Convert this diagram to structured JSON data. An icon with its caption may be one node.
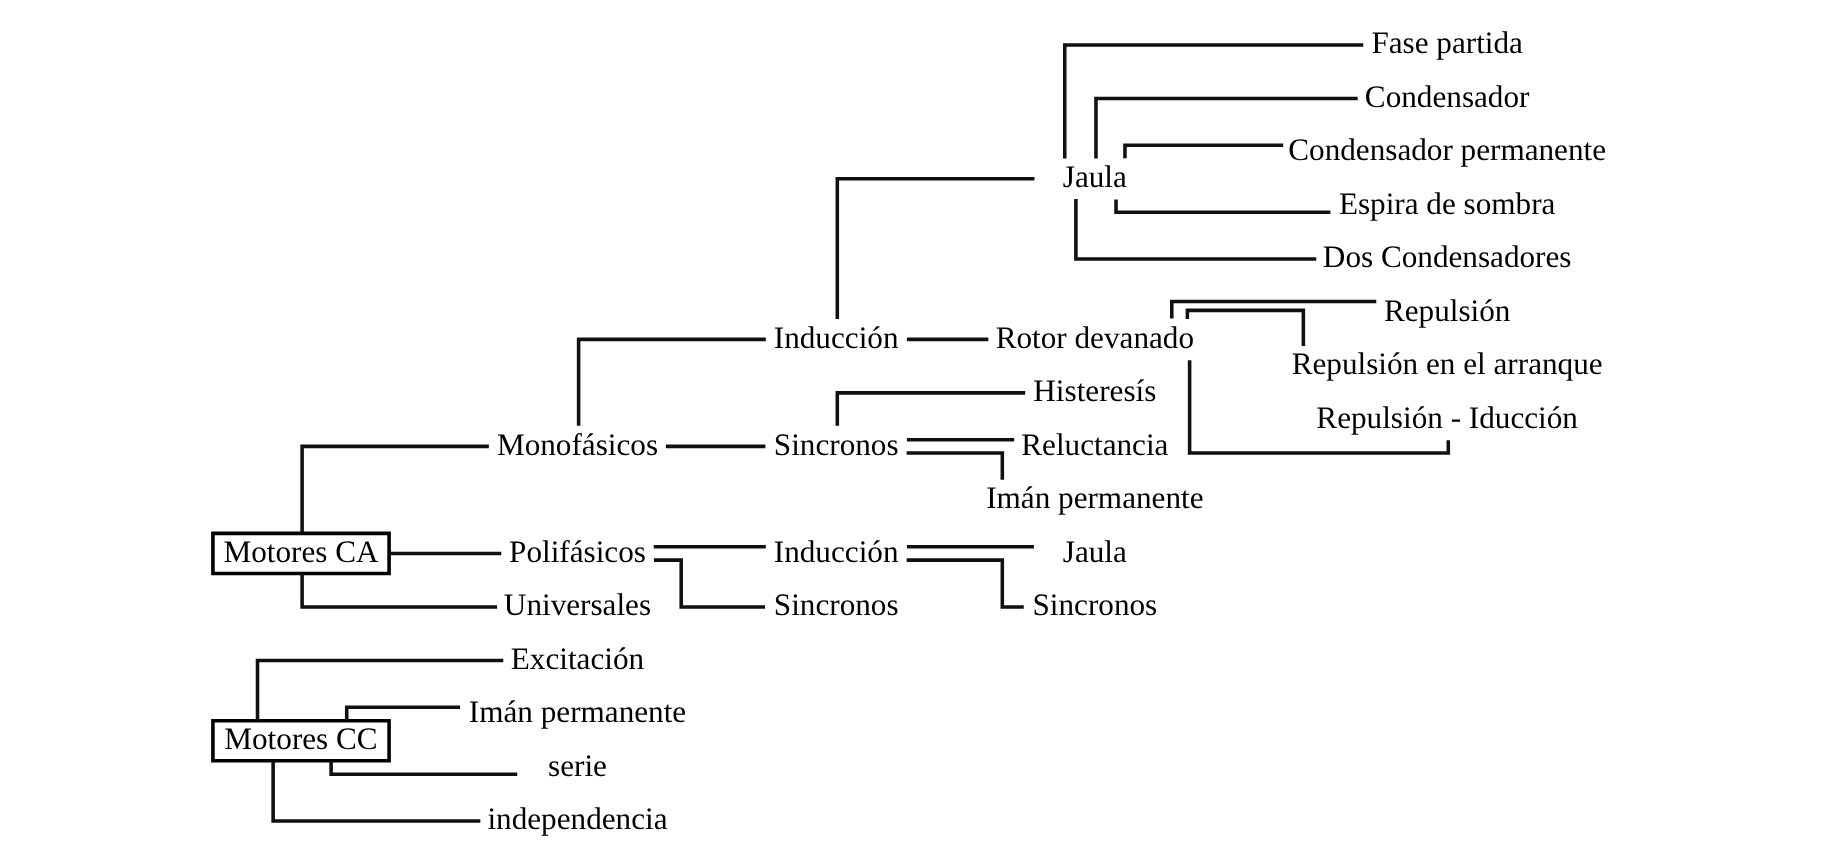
{
  "diagram": {
    "nodes": [
      {
        "text": [
          "Motores CC"
        ]
      },
      {
        "text": [
          "Excitación"
        ]
      },
      {
        "text": [
          "Imán permanente"
        ]
      },
      {
        "text": [
          "serie"
        ]
      },
      {
        "text": [
          "independencia"
        ]
      },
      {
        "text": [
          "Motores CA"
        ]
      },
      {
        "text": [
          "Monofásicos"
        ]
      },
      {
        "text": [
          "Polifásicos"
        ]
      },
      {
        "text": [
          "Universales"
        ]
      },
      {
        "text": [
          "Inducción"
        ]
      },
      {
        "text": [
          "Sincronos"
        ]
      },
      {
        "text": [
          "Jaula"
        ]
      },
      {
        "text": [
          "Rotor devanado"
        ]
      },
      {
        "text": [
          "Fase partida"
        ]
      },
      {
        "text": [
          "Condensador"
        ]
      },
      {
        "text": [
          "Condensador permanente"
        ]
      },
      {
        "text": [
          "Espira de sombra"
        ]
      },
      {
        "text": [
          "Dos Condensadores"
        ]
      },
      {
        "text": [
          "Repulsión"
        ]
      },
      {
        "text": [
          "Repulsión en el arranque"
        ]
      },
      {
        "text": [
          "Repulsión - Iducción"
        ]
      },
      {
        "text": [
          "Histeresís"
        ]
      },
      {
        "text": [
          "Reluctancia"
        ]
      },
      {
        "text": [
          "Imán permanente"
        ]
      },
      {
        "text": [
          "Inducción"
        ]
      },
      {
        "text": [
          "Sincronos"
        ]
      },
      {
        "text": [
          "Jaula"
        ]
      },
      {
        "text": [
          "Sincronos"
        ]
      }
    ],
    "edges": [
      {
        "from": 0,
        "to": 1,
        "arrow": "none"
      },
      {
        "from": 0,
        "to": 2,
        "arrow": "none"
      },
      {
        "from": 0,
        "to": 3,
        "arrow": "none"
      },
      {
        "from": 0,
        "to": 4,
        "arrow": "none"
      },
      {
        "from": 5,
        "to": 6,
        "arrow": "none"
      },
      {
        "from": 5,
        "to": 7,
        "arrow": "none"
      },
      {
        "from": 5,
        "to": 8,
        "arrow": "none"
      },
      {
        "from": 6,
        "to": 9,
        "arrow": "none"
      },
      {
        "from": 6,
        "to": 10,
        "arrow": "none"
      },
      {
        "from": 9,
        "to": 11,
        "arrow": "none"
      },
      {
        "from": 9,
        "to": 12,
        "arrow": "none"
      },
      {
        "from": 11,
        "to": 13,
        "arrow": "none"
      },
      {
        "from": 11,
        "to": 14,
        "arrow": "none"
      },
      {
        "from": 11,
        "to": 15,
        "arrow": "none"
      },
      {
        "from": 11,
        "to": 16,
        "arrow": "none"
      },
      {
        "from": 11,
        "to": 17,
        "arrow": "none"
      },
      {
        "from": 12,
        "to": 18,
        "arrow": "none"
      },
      {
        "from": 12,
        "to": 19,
        "arrow": "none"
      },
      {
        "from": 12,
        "to": 20,
        "arrow": "none"
      },
      {
        "from": 10,
        "to": 21,
        "arrow": "none"
      },
      {
        "from": 10,
        "to": 22,
        "arrow": "none"
      },
      {
        "from": 10,
        "to": 23,
        "arrow": "none"
      },
      {
        "from": 7,
        "to": 24,
        "arrow": "none"
      },
      {
        "from": 7,
        "to": 25,
        "arrow": "none"
      },
      {
        "from": 24,
        "to": 26,
        "arrow": "none"
      },
      {
        "from": 24,
        "to": 27,
        "arrow": "none"
      }
    ]
  }
}
